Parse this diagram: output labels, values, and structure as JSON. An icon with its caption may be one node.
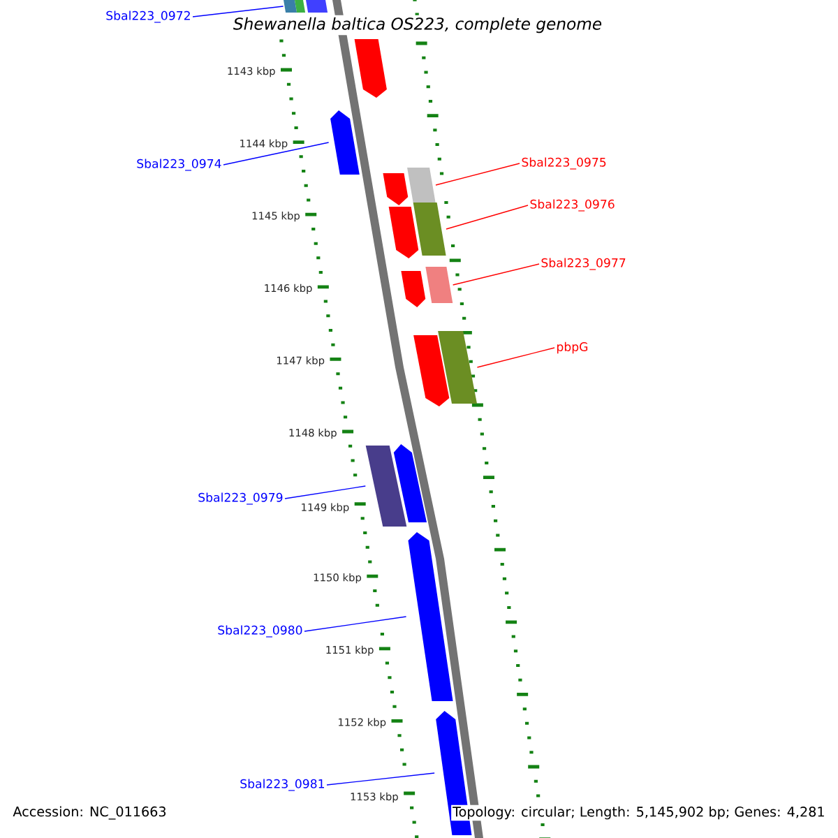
{
  "diagram": {
    "title": "*Shewanella baltica* OS223, complete genome",
    "nodes": [
      {
        "text": [
          "Sbal223_0972"
        ]
      },
      {
        "text": [
          "Sbal223_0974"
        ]
      },
      {
        "text": [
          "Sbal223_0975"
        ]
      },
      {
        "text": [
          "Sbal223_0976"
        ]
      },
      {
        "text": [
          "Sbal223_0977"
        ]
      },
      {
        "text": [
          "pbpG"
        ]
      },
      {
        "text": [
          "Sbal223_0979"
        ]
      },
      {
        "text": [
          "Sbal223_0980"
        ]
      },
      {
        "text": [
          "Sbal223_0981"
        ]
      },
      {
        "text": [],
        "shape": "box"
      },
      {
        "text": [],
        "shape": "box"
      },
      {
        "text": [],
        "shape": "box"
      },
      {
        "text": [],
        "shape": "box"
      },
      {
        "text": [],
        "shape": "box"
      },
      {
        "text": [],
        "shape": "box"
      },
      {
        "text": [],
        "shape": "box"
      },
      {
        "text": [],
        "shape": "box"
      },
      {
        "text": [],
        "shape": "box"
      },
      {
        "text": [],
        "shape": "box"
      },
      {
        "text": [],
        "shape": "box"
      },
      {
        "text": [],
        "shape": "box"
      },
      {
        "text": [],
        "shape": "box"
      },
      {
        "text": [],
        "shape": "box"
      },
      {
        "text": [],
        "shape": "box"
      },
      {
        "text": [],
        "shape": "box"
      },
      {
        "text": [],
        "shape": "box"
      }
    ],
    "edges": [
      {
        "from": 0,
        "to": 9,
        "arrow": "none"
      },
      {
        "from": 1,
        "to": 13,
        "arrow": "none"
      },
      {
        "from": 2,
        "to": 15,
        "arrow": "none",
        "color": "#ff0000"
      },
      {
        "from": 3,
        "to": 17,
        "arrow": "none",
        "color": "#ff0000"
      },
      {
        "from": 4,
        "to": 19,
        "arrow": "none",
        "color": "#ff0000"
      },
      {
        "from": 5,
        "to": 21,
        "arrow": "none",
        "color": "#ff0000"
      },
      {
        "from": 6,
        "to": 22,
        "arrow": "none"
      },
      {
        "from": 7,
        "to": 24,
        "arrow": "none"
      },
      {
        "from": 8,
        "to": 25,
        "arrow": "none"
      }
    ],
    "labels": [
      "1143 kbp",
      "1144 kbp",
      "1145 kbp",
      "1146 kbp",
      "1147 kbp",
      "1148 kbp",
      "1149 kbp",
      "1150 kbp",
      "1151 kbp",
      "1152 kbp",
      "1153 kbp",
      "Accession: NC_011663",
      "Topology: circular; Length: 5,145,902 bp; Genes: 4,281"
    ]
  }
}
